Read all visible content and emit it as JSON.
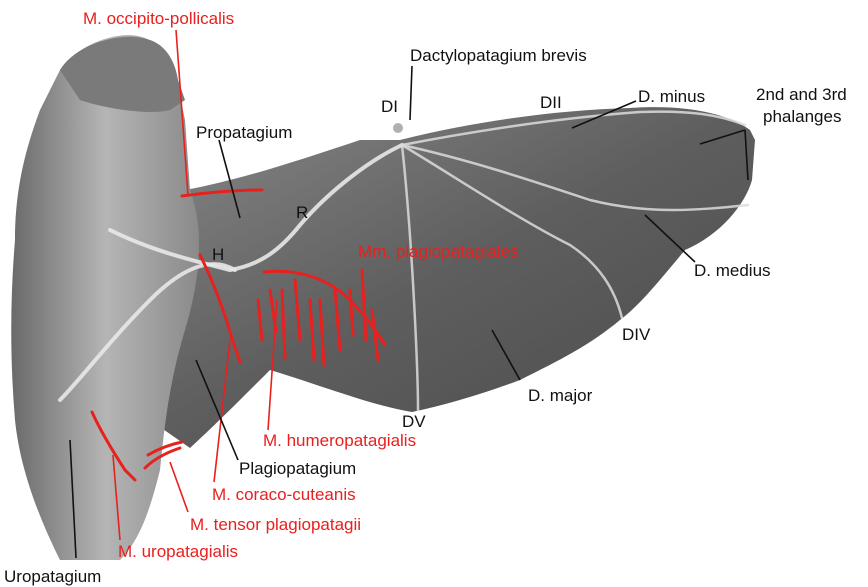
{
  "labels": {
    "occipito_pollicalis": "M. occipito-pollicalis",
    "dactylopatagium_brevis": "Dactylopatagium brevis",
    "di": "DI",
    "dii": "DII",
    "d_minus": "D. minus",
    "phalanges_line1": "2nd and 3rd",
    "phalanges_line2": "phalanges",
    "propatagium": "Propatagium",
    "r": "R",
    "h": "H",
    "plagiopatagiales": "Mm. plagiopatagiales",
    "d_medius": "D. medius",
    "div": "DIV",
    "d_major": "D. major",
    "dv": "DV",
    "humeropatagialis": "M. humeropatagialis",
    "plagiopatagium": "Plagiopatagium",
    "coraco_cuteanis": "M. coraco-cuteanis",
    "tensor_plagiopatagii": "M. tensor plagiopatagii",
    "uropatagialis": "M. uropatagialis",
    "uropatagium": "Uropatagium"
  },
  "colors": {
    "muscle_red": "#e8201e",
    "label_black": "#111111",
    "membrane_gray": "#6e6e6e",
    "body_gray": "#9a9a9a"
  }
}
